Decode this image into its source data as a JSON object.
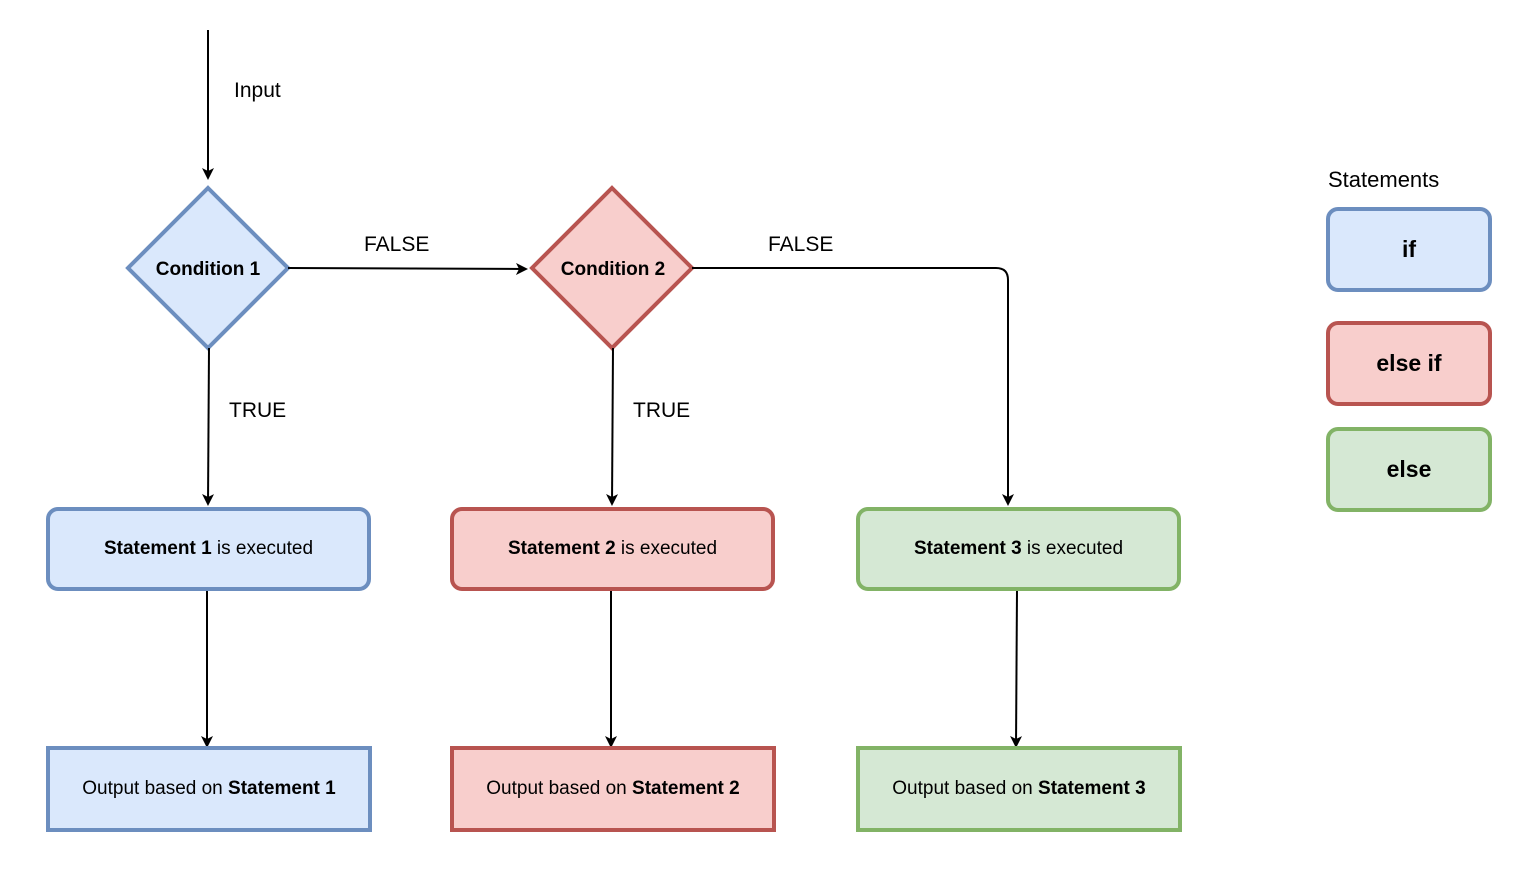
{
  "flow": {
    "input_label": "Input",
    "condition_1": "Condition 1",
    "condition_2": "Condition 2",
    "false_label_1": "FALSE",
    "false_label_2": "FALSE",
    "true_label_1": "TRUE",
    "true_label_2": "TRUE"
  },
  "statements": [
    {
      "bold": "Statement 1",
      "rest": " is executed"
    },
    {
      "bold": "Statement 2",
      "rest": " is executed"
    },
    {
      "bold": "Statement 3",
      "rest": " is executed"
    }
  ],
  "outputs": [
    {
      "prefix": "Output based on ",
      "bold": "Statement 1"
    },
    {
      "prefix": "Output based on ",
      "bold": "Statement 2"
    },
    {
      "prefix": "Output based on ",
      "bold": "Statement 3"
    }
  ],
  "legend": {
    "title": "Statements",
    "items": [
      "if",
      "else if",
      "else"
    ]
  },
  "colors": {
    "if_fill": "#dae8fc",
    "if_stroke": "#6c8ebf",
    "else_if_fill": "#f8cecc",
    "else_if_stroke": "#b85450",
    "else_fill": "#d5e8d4",
    "else_stroke": "#82b366"
  }
}
